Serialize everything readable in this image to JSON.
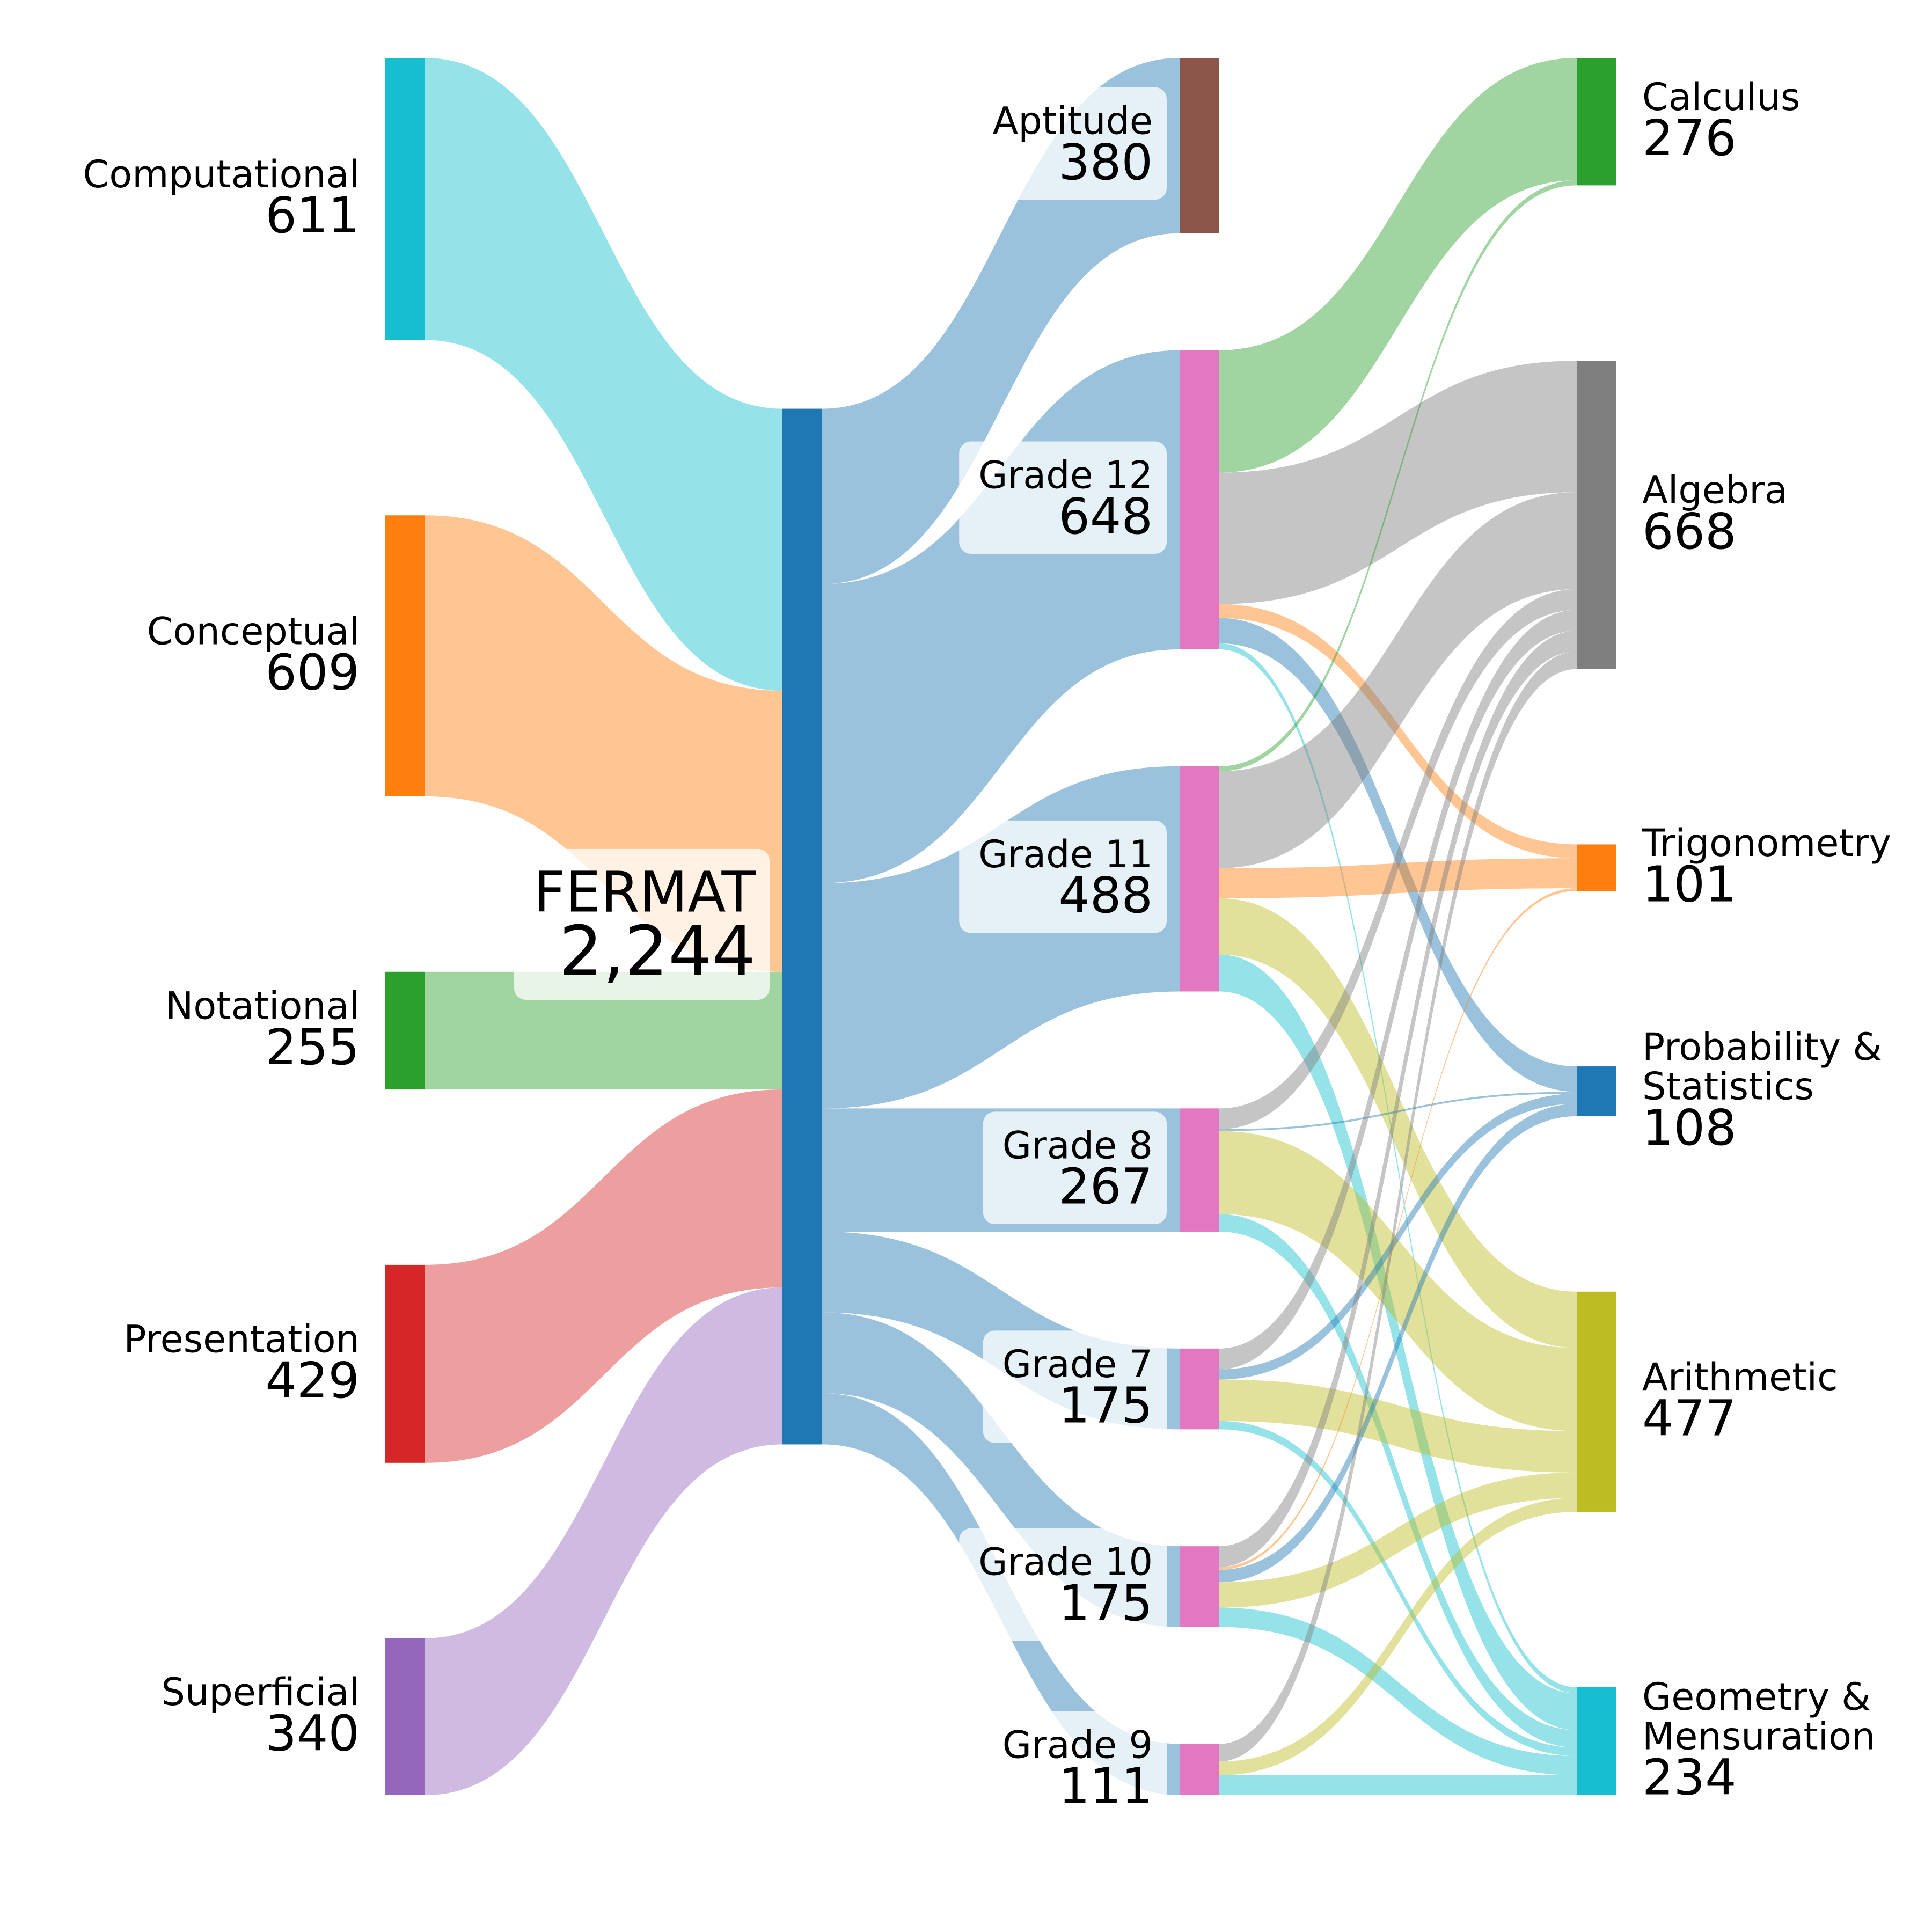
{
  "chart_data": {
    "type": "sankey",
    "title": "",
    "columns": [
      [
        "Computational",
        "Conceptual",
        "Notational",
        "Presentation",
        "Superficial"
      ],
      [
        "FERMAT"
      ],
      [
        "Aptitude",
        "Grade 12",
        "Grade 11",
        "Grade 8",
        "Grade 7",
        "Grade 10",
        "Grade 9"
      ],
      [
        "Calculus",
        "Algebra",
        "Trigonometry",
        "Probability & Statistics",
        "Arithmetic",
        "Geometry & Mensuration"
      ]
    ],
    "nodes": [
      {
        "id": "Computational",
        "label": "Computational",
        "value": 611,
        "value_label": "611",
        "color": "#17becf"
      },
      {
        "id": "Conceptual",
        "label": "Conceptual",
        "value": 609,
        "value_label": "609",
        "color": "#ff7f0e"
      },
      {
        "id": "Notational",
        "label": "Notational",
        "value": 255,
        "value_label": "255",
        "color": "#2ca02c"
      },
      {
        "id": "Presentation",
        "label": "Presentation",
        "value": 429,
        "value_label": "429",
        "color": "#d62728"
      },
      {
        "id": "Superficial",
        "label": "Superficial",
        "value": 340,
        "value_label": "340",
        "color": "#9467bd"
      },
      {
        "id": "FERMAT",
        "label": "FERMAT",
        "value": 2244,
        "value_label": "2,244",
        "color": "#1f77b4"
      },
      {
        "id": "Aptitude",
        "label": "Aptitude",
        "value": 380,
        "value_label": "380",
        "color": "#8c564b"
      },
      {
        "id": "Grade 12",
        "label": "Grade 12",
        "value": 648,
        "value_label": "648",
        "color": "#e377c2"
      },
      {
        "id": "Grade 11",
        "label": "Grade 11",
        "value": 488,
        "value_label": "488",
        "color": "#e377c2"
      },
      {
        "id": "Grade 8",
        "label": "Grade 8",
        "value": 267,
        "value_label": "267",
        "color": "#e377c2"
      },
      {
        "id": "Grade 7",
        "label": "Grade 7",
        "value": 175,
        "value_label": "175",
        "color": "#e377c2"
      },
      {
        "id": "Grade 10",
        "label": "Grade 10",
        "value": 175,
        "value_label": "175",
        "color": "#e377c2"
      },
      {
        "id": "Grade 9",
        "label": "Grade 9",
        "value": 111,
        "value_label": "111",
        "color": "#e377c2"
      },
      {
        "id": "Calculus",
        "label": "Calculus",
        "value": 276,
        "value_label": "276",
        "color": "#2ca02c"
      },
      {
        "id": "Algebra",
        "label": "Algebra",
        "value": 668,
        "value_label": "668",
        "color": "#7f7f7f"
      },
      {
        "id": "Trigonometry",
        "label": "Trigonometry",
        "value": 101,
        "value_label": "101",
        "color": "#ff7f0e"
      },
      {
        "id": "Probability & Statistics",
        "label": "Probability &\nStatistics",
        "value": 108,
        "value_label": "108",
        "color": "#1f77b4"
      },
      {
        "id": "Arithmetic",
        "label": "Arithmetic",
        "value": 477,
        "value_label": "477",
        "color": "#bcbd22"
      },
      {
        "id": "Geometry & Mensuration",
        "label": "Geometry &\nMensuration",
        "value": 234,
        "value_label": "234",
        "color": "#17becf"
      }
    ],
    "links": [
      {
        "source": "Computational",
        "target": "FERMAT",
        "value": 611
      },
      {
        "source": "Conceptual",
        "target": "FERMAT",
        "value": 609
      },
      {
        "source": "Notational",
        "target": "FERMAT",
        "value": 255
      },
      {
        "source": "Presentation",
        "target": "FERMAT",
        "value": 429
      },
      {
        "source": "Superficial",
        "target": "FERMAT",
        "value": 340
      },
      {
        "source": "FERMAT",
        "target": "Aptitude",
        "value": 380
      },
      {
        "source": "FERMAT",
        "target": "Grade 12",
        "value": 648
      },
      {
        "source": "FERMAT",
        "target": "Grade 11",
        "value": 488
      },
      {
        "source": "FERMAT",
        "target": "Grade 8",
        "value": 267
      },
      {
        "source": "FERMAT",
        "target": "Grade 7",
        "value": 175
      },
      {
        "source": "FERMAT",
        "target": "Grade 10",
        "value": 175
      },
      {
        "source": "FERMAT",
        "target": "Grade 9",
        "value": 111
      },
      {
        "source": "Grade 12",
        "target": "Calculus",
        "value": 265
      },
      {
        "source": "Grade 12",
        "target": "Algebra",
        "value": 285
      },
      {
        "source": "Grade 12",
        "target": "Trigonometry",
        "value": 30
      },
      {
        "source": "Grade 12",
        "target": "Probability & Statistics",
        "value": 55
      },
      {
        "source": "Grade 12",
        "target": "Geometry & Mensuration",
        "value": 13
      },
      {
        "source": "Grade 11",
        "target": "Calculus",
        "value": 11
      },
      {
        "source": "Grade 11",
        "target": "Algebra",
        "value": 210
      },
      {
        "source": "Grade 11",
        "target": "Trigonometry",
        "value": 65
      },
      {
        "source": "Grade 11",
        "target": "Arithmetic",
        "value": 122
      },
      {
        "source": "Grade 11",
        "target": "Geometry & Mensuration",
        "value": 80
      },
      {
        "source": "Grade 8",
        "target": "Algebra",
        "value": 45
      },
      {
        "source": "Grade 8",
        "target": "Probability & Statistics",
        "value": 4
      },
      {
        "source": "Grade 8",
        "target": "Arithmetic",
        "value": 180
      },
      {
        "source": "Grade 8",
        "target": "Geometry & Mensuration",
        "value": 38
      },
      {
        "source": "Grade 7",
        "target": "Algebra",
        "value": 45
      },
      {
        "source": "Grade 7",
        "target": "Probability & Statistics",
        "value": 22
      },
      {
        "source": "Grade 7",
        "target": "Arithmetic",
        "value": 90
      },
      {
        "source": "Grade 7",
        "target": "Geometry & Mensuration",
        "value": 18
      },
      {
        "source": "Grade 10",
        "target": "Algebra",
        "value": 45
      },
      {
        "source": "Grade 10",
        "target": "Trigonometry",
        "value": 6
      },
      {
        "source": "Grade 10",
        "target": "Probability & Statistics",
        "value": 27
      },
      {
        "source": "Grade 10",
        "target": "Arithmetic",
        "value": 55
      },
      {
        "source": "Grade 10",
        "target": "Geometry & Mensuration",
        "value": 42
      },
      {
        "source": "Grade 9",
        "target": "Algebra",
        "value": 38
      },
      {
        "source": "Grade 9",
        "target": "Arithmetic",
        "value": 30
      },
      {
        "source": "Grade 9",
        "target": "Geometry & Mensuration",
        "value": 43
      }
    ]
  }
}
